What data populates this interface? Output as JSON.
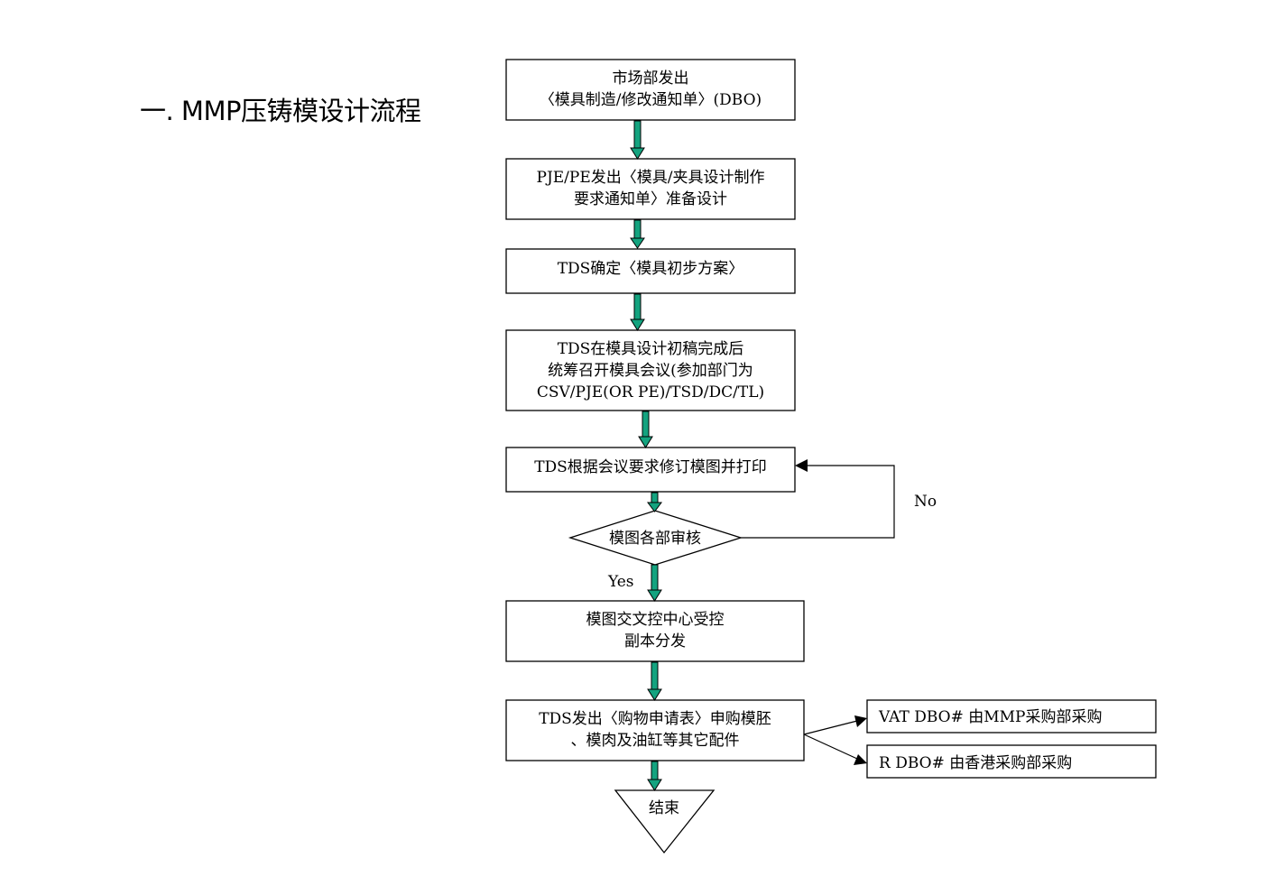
{
  "title": "一. MMP压铸模设计流程",
  "steps": {
    "s1": [
      "市场部发出",
      "〈模具制造/修改通知单〉(DBO)"
    ],
    "s2": [
      "PJE/PE发出〈模具/夹具设计制作",
      "要求通知单〉准备设计"
    ],
    "s3": [
      "TDS确定〈模具初步方案〉"
    ],
    "s4": [
      "TDS在模具设计初稿完成后",
      "统筹召开模具会议(参加部门为",
      "CSV/PJE(OR PE)/TSD/DC/TL)"
    ],
    "s5": [
      "TDS根据会议要求修订模图并打印"
    ],
    "decision": "模图各部审核",
    "s6": [
      "模图交文控中心受控",
      "副本分发"
    ],
    "s7": [
      "TDS发出〈购物申请表〉申购模胚",
      "、模肉及油缸等其它配件"
    ],
    "side1": "VAT DBO# 由MMP采购部采购",
    "side2": "R DBO# 由香港采购部采购",
    "end": "结束"
  },
  "labels": {
    "yes": "Yes",
    "no": "No"
  },
  "colors": {
    "arrow": "#14a37f",
    "stroke": "#000000"
  }
}
